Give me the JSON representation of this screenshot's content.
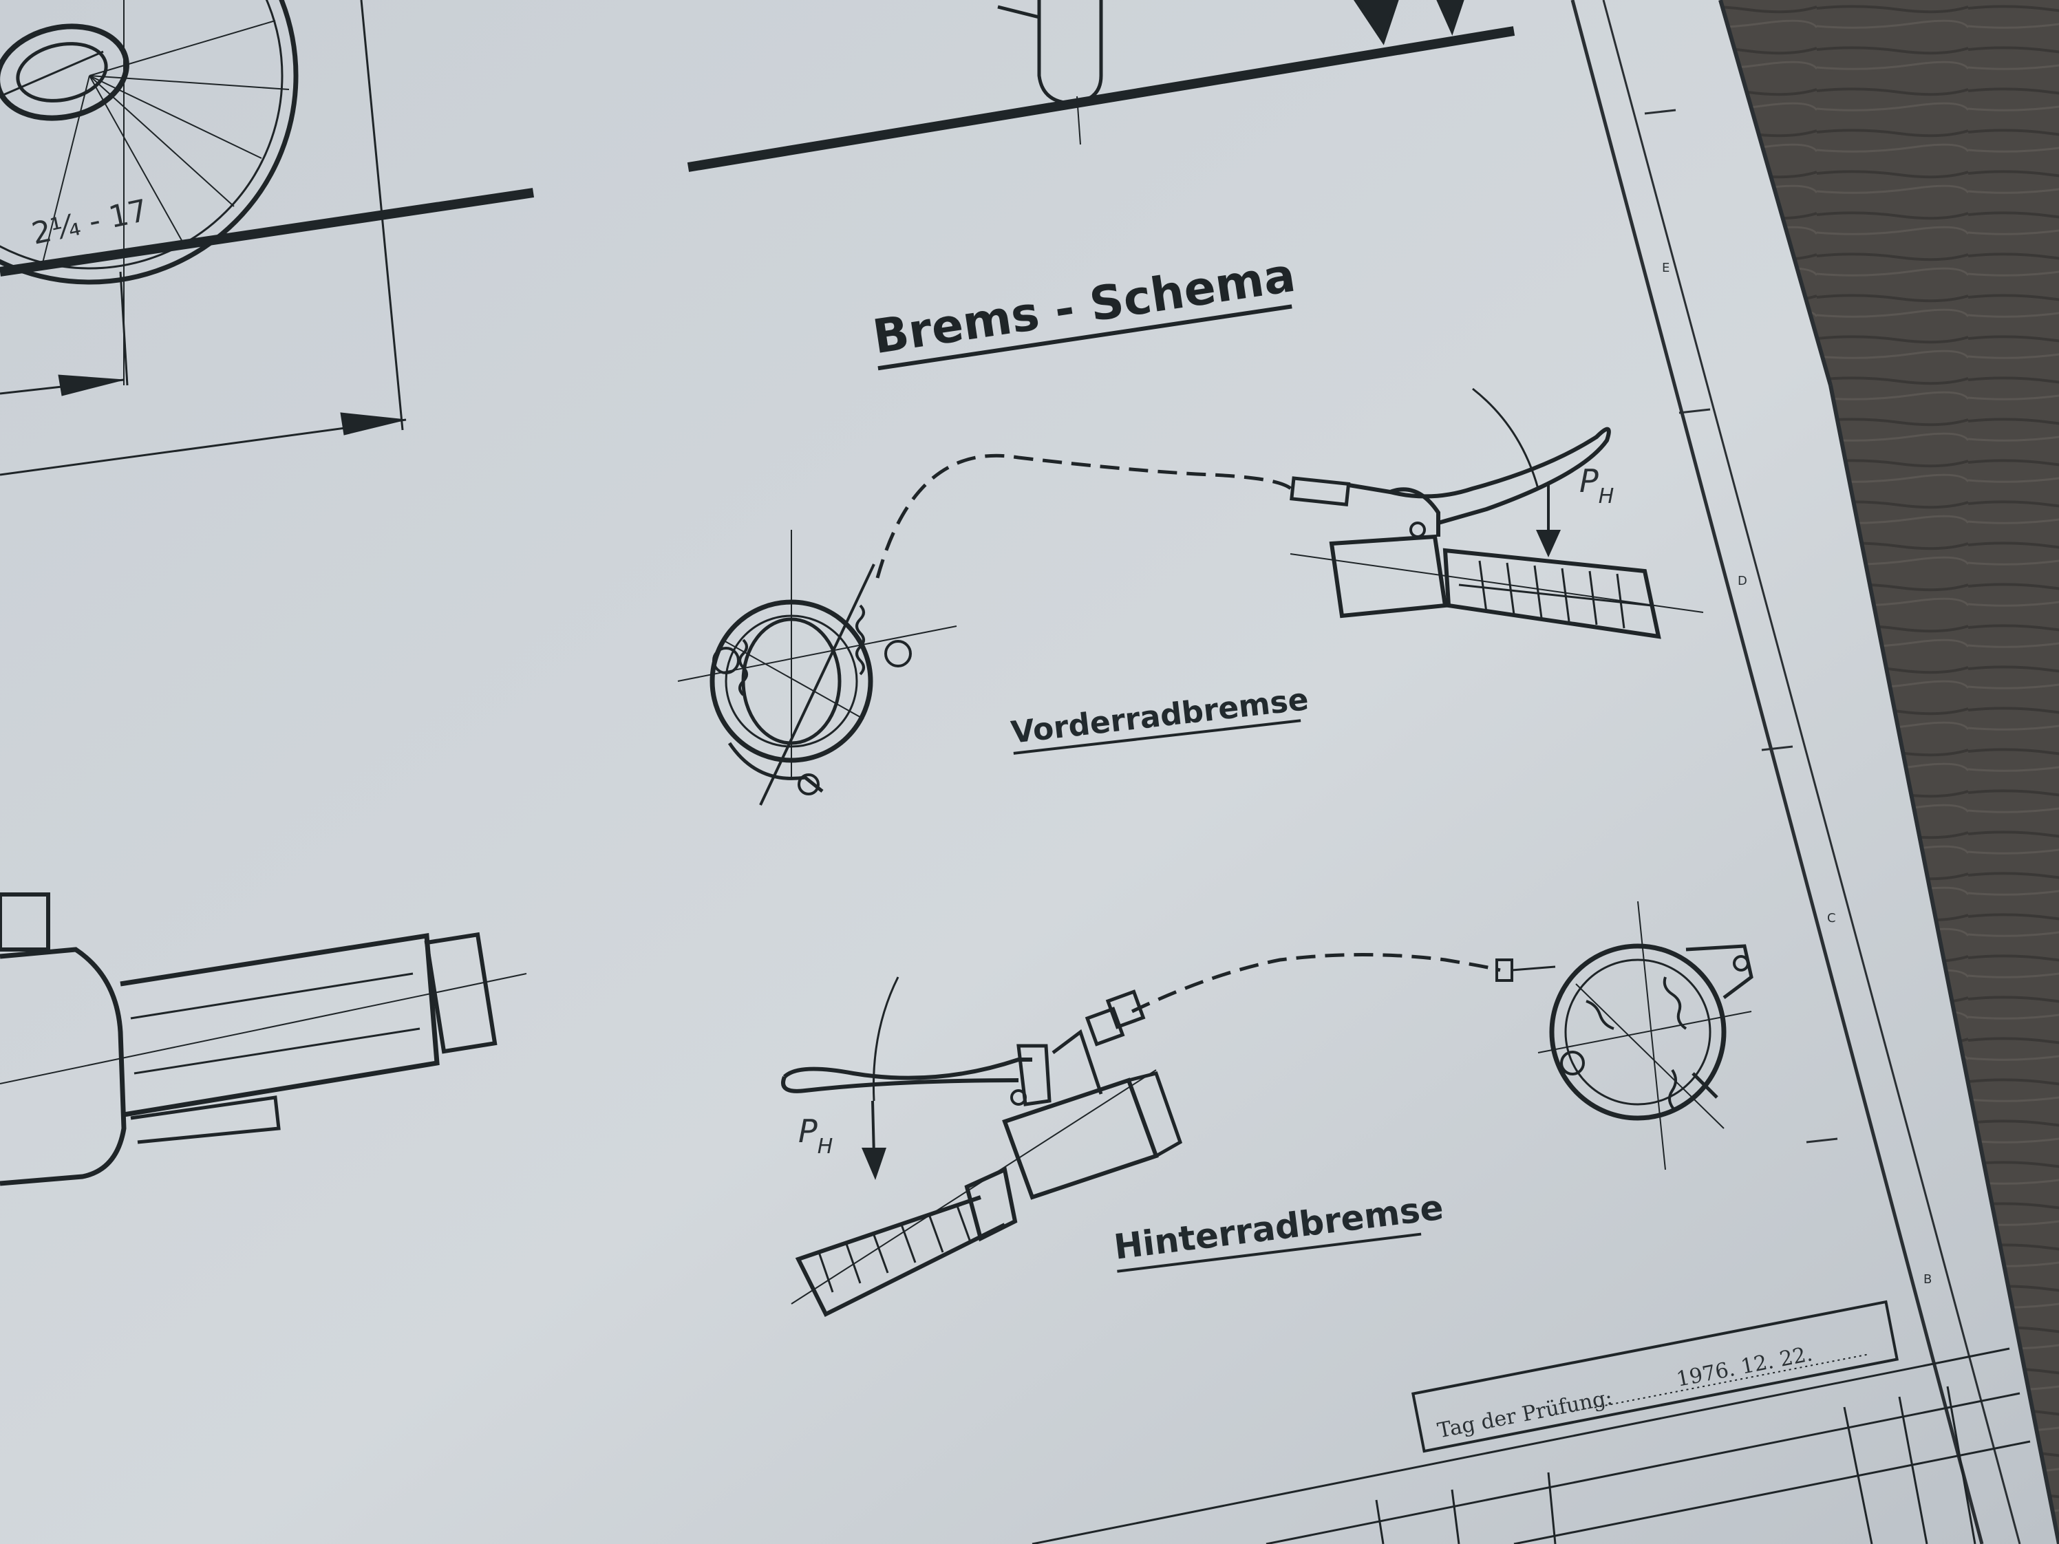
{
  "sheet": {
    "title": "Brems - Schema",
    "front_brake_label": "Vorderradbremse",
    "rear_brake_label": "Hinterradbremse",
    "force_symbol": "P",
    "force_subscript": "H",
    "tyre_size": "2¼ - 17",
    "inspection_date_label": "Tag der Prüfung:",
    "inspection_date_value": "1976. 12. 22.",
    "border_marks": [
      "E",
      "D",
      "C",
      "B"
    ]
  },
  "colors": {
    "paper": "#cdd3d8",
    "ink": "#1f2528",
    "background": "#4a4744"
  }
}
